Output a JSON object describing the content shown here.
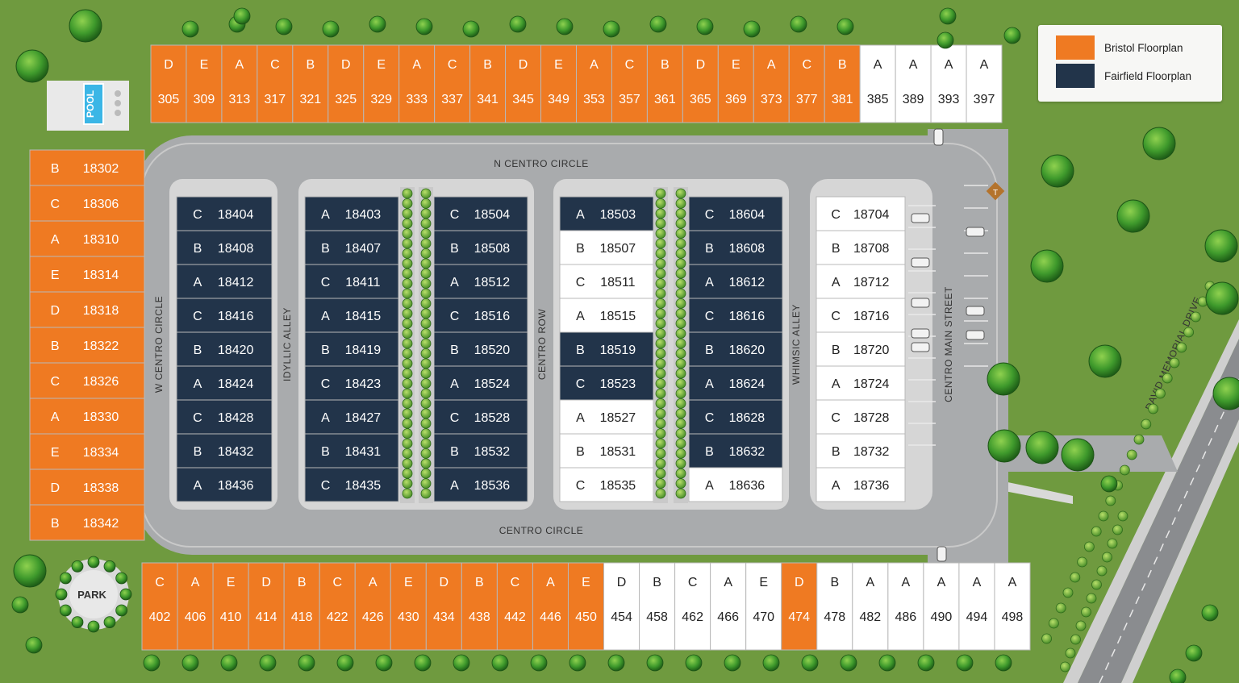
{
  "colors": {
    "bristol": "#ef7a22",
    "fairfield": "#22344a",
    "unassigned": "#ffffff",
    "grass": "#6f9a3f",
    "pavement": "#a9abad",
    "sidewalk": "#d9d9d9"
  },
  "legend": [
    {
      "label": "Bristol Floorplan",
      "color_key": "bristol"
    },
    {
      "label": "Fairfield Floorplan",
      "color_key": "fairfield"
    }
  ],
  "streets": {
    "n_centro_circle": "N CENTRO CIRCLE",
    "centro_circle": "CENTRO CIRCLE",
    "w_centro_circle": "W CENTRO CIRCLE",
    "idyllic_alley": "IDYLLIC ALLEY",
    "centro_row": "CENTRO ROW",
    "whimsic_alley": "WHIMSIC ALLEY",
    "centro_main_street": "CENTRO MAIN STREET",
    "david_memorial_drive": "DAVID MEMORIAL DRIVE"
  },
  "amenities": {
    "park": "PARK",
    "pool": "POOL",
    "trail_marker": "T"
  },
  "lot_groups": {
    "top_row": [
      {
        "plan": "D",
        "num": "305",
        "type": "bristol"
      },
      {
        "plan": "E",
        "num": "309",
        "type": "bristol"
      },
      {
        "plan": "A",
        "num": "313",
        "type": "bristol"
      },
      {
        "plan": "C",
        "num": "317",
        "type": "bristol"
      },
      {
        "plan": "B",
        "num": "321",
        "type": "bristol"
      },
      {
        "plan": "D",
        "num": "325",
        "type": "bristol"
      },
      {
        "plan": "E",
        "num": "329",
        "type": "bristol"
      },
      {
        "plan": "A",
        "num": "333",
        "type": "bristol"
      },
      {
        "plan": "C",
        "num": "337",
        "type": "bristol"
      },
      {
        "plan": "B",
        "num": "341",
        "type": "bristol"
      },
      {
        "plan": "D",
        "num": "345",
        "type": "bristol"
      },
      {
        "plan": "E",
        "num": "349",
        "type": "bristol"
      },
      {
        "plan": "A",
        "num": "353",
        "type": "bristol"
      },
      {
        "plan": "C",
        "num": "357",
        "type": "bristol"
      },
      {
        "plan": "B",
        "num": "361",
        "type": "bristol"
      },
      {
        "plan": "D",
        "num": "365",
        "type": "bristol"
      },
      {
        "plan": "E",
        "num": "369",
        "type": "bristol"
      },
      {
        "plan": "A",
        "num": "373",
        "type": "bristol"
      },
      {
        "plan": "C",
        "num": "377",
        "type": "bristol"
      },
      {
        "plan": "B",
        "num": "381",
        "type": "bristol"
      },
      {
        "plan": "A",
        "num": "385",
        "type": "unassigned"
      },
      {
        "plan": "A",
        "num": "389",
        "type": "unassigned"
      },
      {
        "plan": "A",
        "num": "393",
        "type": "unassigned"
      },
      {
        "plan": "A",
        "num": "397",
        "type": "unassigned"
      }
    ],
    "bottom_row": [
      {
        "plan": "C",
        "num": "402",
        "type": "bristol"
      },
      {
        "plan": "A",
        "num": "406",
        "type": "bristol"
      },
      {
        "plan": "E",
        "num": "410",
        "type": "bristol"
      },
      {
        "plan": "D",
        "num": "414",
        "type": "bristol"
      },
      {
        "plan": "B",
        "num": "418",
        "type": "bristol"
      },
      {
        "plan": "C",
        "num": "422",
        "type": "bristol"
      },
      {
        "plan": "A",
        "num": "426",
        "type": "bristol"
      },
      {
        "plan": "E",
        "num": "430",
        "type": "bristol"
      },
      {
        "plan": "D",
        "num": "434",
        "type": "bristol"
      },
      {
        "plan": "B",
        "num": "438",
        "type": "bristol"
      },
      {
        "plan": "C",
        "num": "442",
        "type": "bristol"
      },
      {
        "plan": "A",
        "num": "446",
        "type": "bristol"
      },
      {
        "plan": "E",
        "num": "450",
        "type": "bristol"
      },
      {
        "plan": "D",
        "num": "454",
        "type": "unassigned"
      },
      {
        "plan": "B",
        "num": "458",
        "type": "unassigned"
      },
      {
        "plan": "C",
        "num": "462",
        "type": "unassigned"
      },
      {
        "plan": "A",
        "num": "466",
        "type": "unassigned"
      },
      {
        "plan": "E",
        "num": "470",
        "type": "unassigned"
      },
      {
        "plan": "D",
        "num": "474",
        "type": "bristol"
      },
      {
        "plan": "B",
        "num": "478",
        "type": "unassigned"
      },
      {
        "plan": "A",
        "num": "482",
        "type": "unassigned"
      },
      {
        "plan": "A",
        "num": "486",
        "type": "unassigned"
      },
      {
        "plan": "A",
        "num": "490",
        "type": "unassigned"
      },
      {
        "plan": "A",
        "num": "494",
        "type": "unassigned"
      },
      {
        "plan": "A",
        "num": "498",
        "type": "unassigned"
      }
    ],
    "left_column": [
      {
        "plan": "B",
        "num": "18302",
        "type": "bristol"
      },
      {
        "plan": "C",
        "num": "18306",
        "type": "bristol"
      },
      {
        "plan": "A",
        "num": "18310",
        "type": "bristol"
      },
      {
        "plan": "E",
        "num": "18314",
        "type": "bristol"
      },
      {
        "plan": "D",
        "num": "18318",
        "type": "bristol"
      },
      {
        "plan": "B",
        "num": "18322",
        "type": "bristol"
      },
      {
        "plan": "C",
        "num": "18326",
        "type": "bristol"
      },
      {
        "plan": "A",
        "num": "18330",
        "type": "bristol"
      },
      {
        "plan": "E",
        "num": "18334",
        "type": "bristol"
      },
      {
        "plan": "D",
        "num": "18338",
        "type": "bristol"
      },
      {
        "plan": "B",
        "num": "18342",
        "type": "bristol"
      }
    ],
    "block_1": [
      {
        "plan": "C",
        "num": "18404",
        "type": "fairfield"
      },
      {
        "plan": "B",
        "num": "18408",
        "type": "fairfield"
      },
      {
        "plan": "A",
        "num": "18412",
        "type": "fairfield"
      },
      {
        "plan": "C",
        "num": "18416",
        "type": "fairfield"
      },
      {
        "plan": "B",
        "num": "18420",
        "type": "fairfield"
      },
      {
        "plan": "A",
        "num": "18424",
        "type": "fairfield"
      },
      {
        "plan": "C",
        "num": "18428",
        "type": "fairfield"
      },
      {
        "plan": "B",
        "num": "18432",
        "type": "fairfield"
      },
      {
        "plan": "A",
        "num": "18436",
        "type": "fairfield"
      }
    ],
    "block_2": [
      {
        "plan": "A",
        "num": "18403",
        "type": "fairfield"
      },
      {
        "plan": "B",
        "num": "18407",
        "type": "fairfield"
      },
      {
        "plan": "C",
        "num": "18411",
        "type": "fairfield"
      },
      {
        "plan": "A",
        "num": "18415",
        "type": "fairfield"
      },
      {
        "plan": "B",
        "num": "18419",
        "type": "fairfield"
      },
      {
        "plan": "C",
        "num": "18423",
        "type": "fairfield"
      },
      {
        "plan": "A",
        "num": "18427",
        "type": "fairfield"
      },
      {
        "plan": "B",
        "num": "18431",
        "type": "fairfield"
      },
      {
        "plan": "C",
        "num": "18435",
        "type": "fairfield"
      }
    ],
    "block_3": [
      {
        "plan": "C",
        "num": "18504",
        "type": "fairfield"
      },
      {
        "plan": "B",
        "num": "18508",
        "type": "fairfield"
      },
      {
        "plan": "A",
        "num": "18512",
        "type": "fairfield"
      },
      {
        "plan": "C",
        "num": "18516",
        "type": "fairfield"
      },
      {
        "plan": "B",
        "num": "18520",
        "type": "fairfield"
      },
      {
        "plan": "A",
        "num": "18524",
        "type": "fairfield"
      },
      {
        "plan": "C",
        "num": "18528",
        "type": "fairfield"
      },
      {
        "plan": "B",
        "num": "18532",
        "type": "fairfield"
      },
      {
        "plan": "A",
        "num": "18536",
        "type": "fairfield"
      }
    ],
    "block_4": [
      {
        "plan": "A",
        "num": "18503",
        "type": "fairfield"
      },
      {
        "plan": "B",
        "num": "18507",
        "type": "unassigned"
      },
      {
        "plan": "C",
        "num": "18511",
        "type": "unassigned"
      },
      {
        "plan": "A",
        "num": "18515",
        "type": "unassigned"
      },
      {
        "plan": "B",
        "num": "18519",
        "type": "fairfield"
      },
      {
        "plan": "C",
        "num": "18523",
        "type": "fairfield"
      },
      {
        "plan": "A",
        "num": "18527",
        "type": "unassigned"
      },
      {
        "plan": "B",
        "num": "18531",
        "type": "unassigned"
      },
      {
        "plan": "C",
        "num": "18535",
        "type": "unassigned"
      }
    ],
    "block_5": [
      {
        "plan": "C",
        "num": "18604",
        "type": "fairfield"
      },
      {
        "plan": "B",
        "num": "18608",
        "type": "fairfield"
      },
      {
        "plan": "A",
        "num": "18612",
        "type": "fairfield"
      },
      {
        "plan": "C",
        "num": "18616",
        "type": "fairfield"
      },
      {
        "plan": "B",
        "num": "18620",
        "type": "fairfield"
      },
      {
        "plan": "A",
        "num": "18624",
        "type": "fairfield"
      },
      {
        "plan": "C",
        "num": "18628",
        "type": "fairfield"
      },
      {
        "plan": "B",
        "num": "18632",
        "type": "fairfield"
      },
      {
        "plan": "A",
        "num": "18636",
        "type": "unassigned"
      }
    ],
    "block_6": [
      {
        "plan": "C",
        "num": "18704",
        "type": "unassigned"
      },
      {
        "plan": "B",
        "num": "18708",
        "type": "unassigned"
      },
      {
        "plan": "A",
        "num": "18712",
        "type": "unassigned"
      },
      {
        "plan": "C",
        "num": "18716",
        "type": "unassigned"
      },
      {
        "plan": "B",
        "num": "18720",
        "type": "unassigned"
      },
      {
        "plan": "A",
        "num": "18724",
        "type": "unassigned"
      },
      {
        "plan": "C",
        "num": "18728",
        "type": "unassigned"
      },
      {
        "plan": "B",
        "num": "18732",
        "type": "unassigned"
      },
      {
        "plan": "A",
        "num": "18736",
        "type": "unassigned"
      }
    ]
  }
}
